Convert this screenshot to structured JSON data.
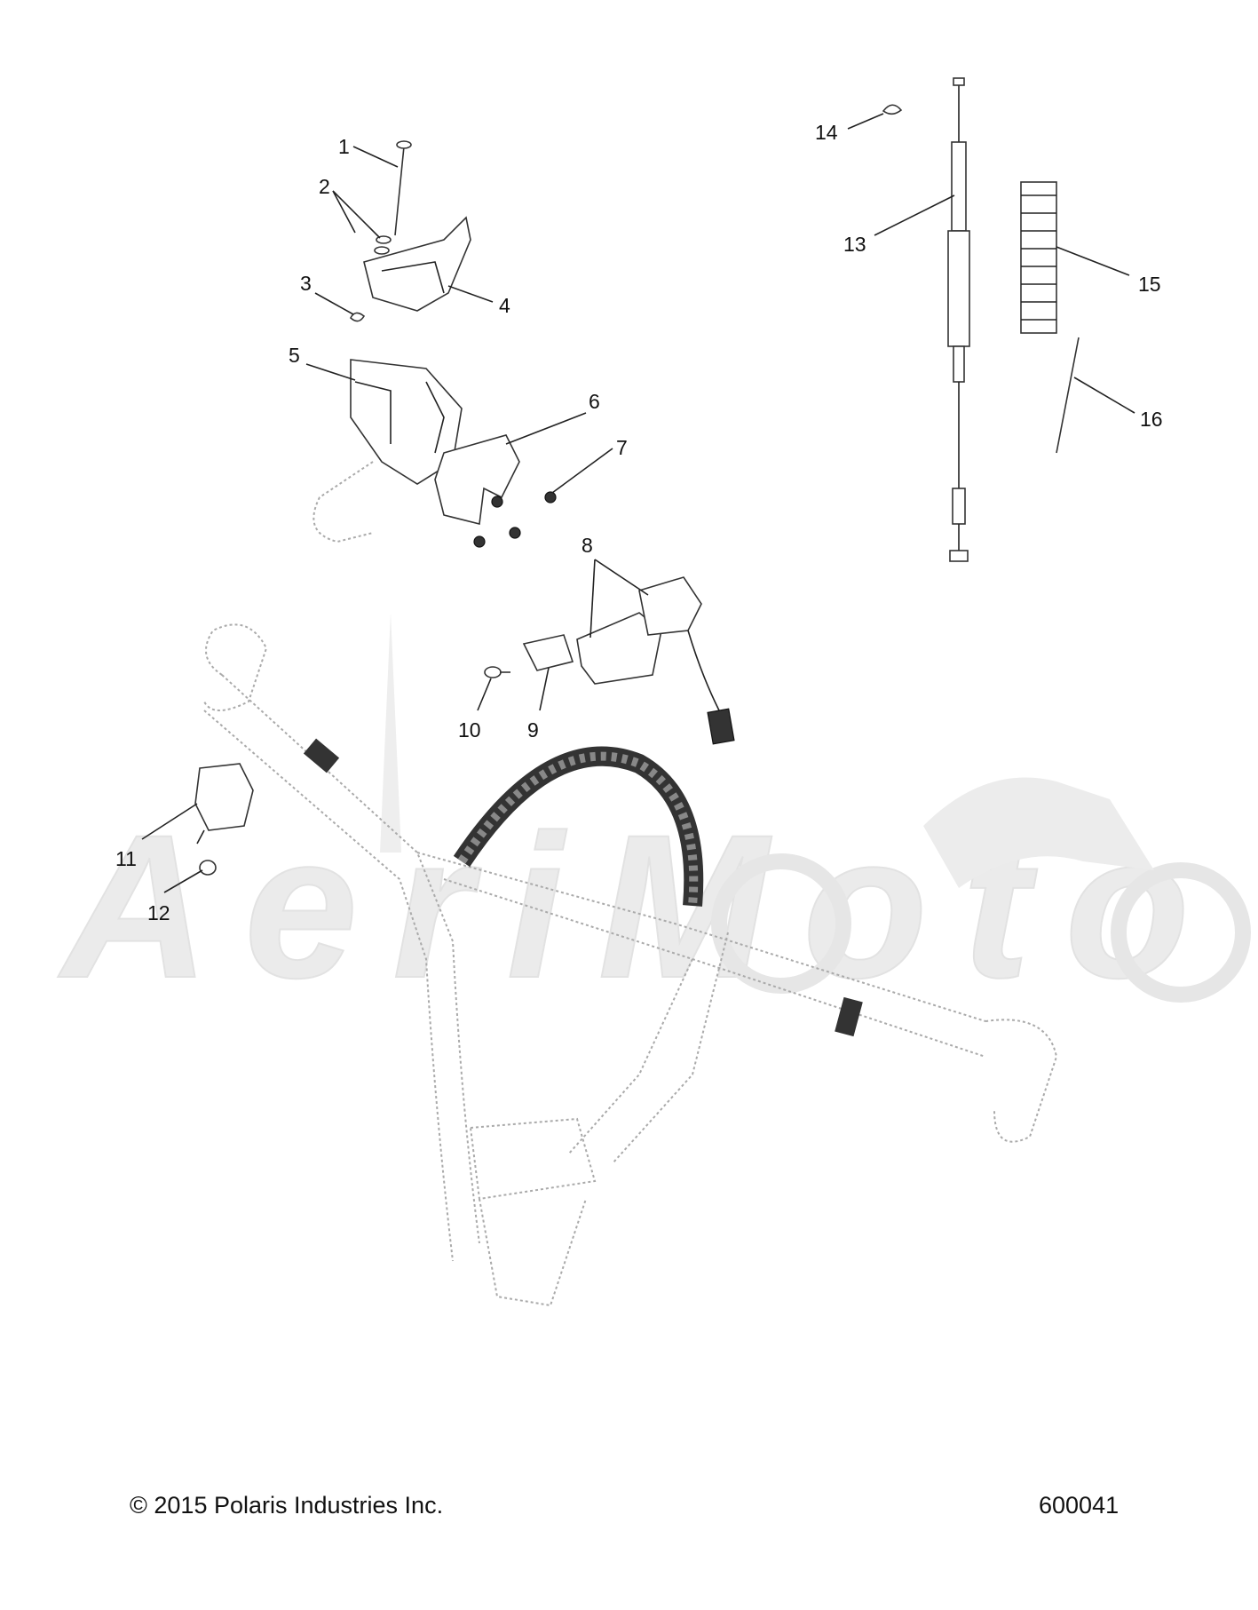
{
  "callouts": [
    {
      "id": "1",
      "label": "1"
    },
    {
      "id": "2",
      "label": "2"
    },
    {
      "id": "3",
      "label": "3"
    },
    {
      "id": "4",
      "label": "4"
    },
    {
      "id": "5",
      "label": "5"
    },
    {
      "id": "6",
      "label": "6"
    },
    {
      "id": "7",
      "label": "7"
    },
    {
      "id": "8",
      "label": "8"
    },
    {
      "id": "9",
      "label": "9"
    },
    {
      "id": "10",
      "label": "10"
    },
    {
      "id": "11",
      "label": "11"
    },
    {
      "id": "12",
      "label": "12"
    },
    {
      "id": "13",
      "label": "13"
    },
    {
      "id": "14",
      "label": "14"
    },
    {
      "id": "15",
      "label": "15"
    },
    {
      "id": "16",
      "label": "16"
    }
  ],
  "footer": {
    "copyright": "© 2015 Polaris Industries Inc.",
    "figure_id": "600041"
  },
  "watermark": {
    "text": "AeriMoto",
    "color": "#ebebeb"
  }
}
